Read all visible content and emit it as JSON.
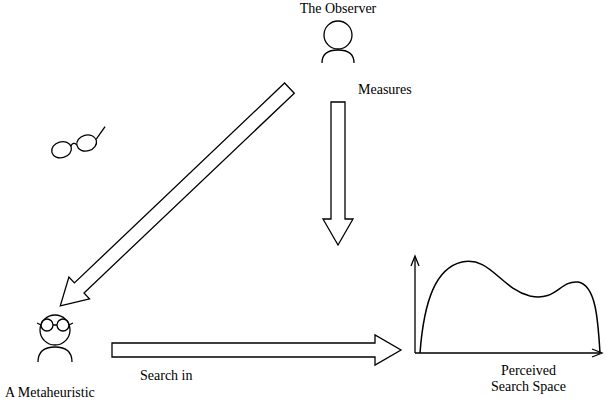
{
  "diagram": {
    "nodes": [
      {
        "text": [
          "The Observer"
        ]
      },
      {
        "text": [
          "A Metaheuristic"
        ]
      },
      {
        "text": [
          "Perceived Search Space"
        ]
      }
    ],
    "edges": [
      {
        "from": 0,
        "to": 1,
        "arrow": "to"
      },
      {
        "from": 0,
        "to": 2,
        "label": "Measures",
        "arrow": "to"
      },
      {
        "from": 1,
        "to": 2,
        "label": "Search in",
        "arrow": "to"
      }
    ]
  }
}
